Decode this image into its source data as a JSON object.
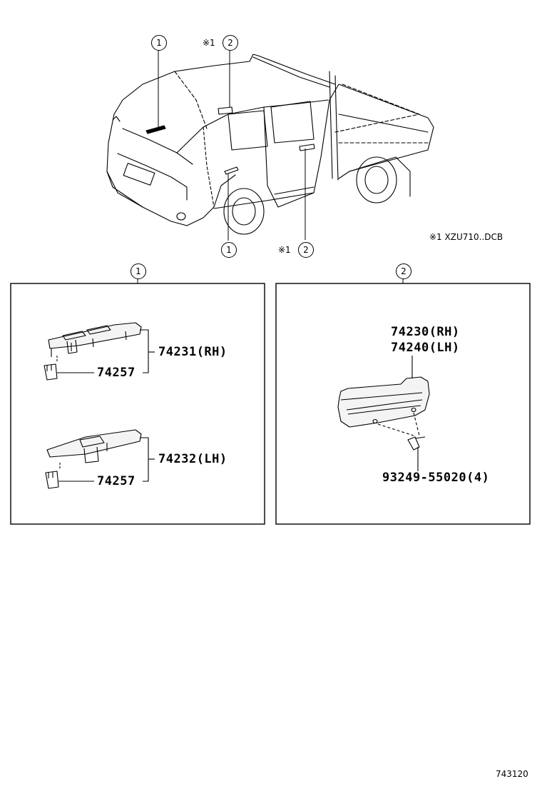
{
  "overview": {
    "callouts_top": [
      "1",
      "2"
    ],
    "callouts_bottom": [
      "1",
      "2"
    ],
    "note_mark_top": "※1",
    "note_mark_bottom": "※1",
    "note_text": "※1 XZU710..DCB"
  },
  "panel_left": {
    "index": "1",
    "parts": [
      {
        "number": "74231",
        "side": "(RH)"
      },
      {
        "number": "74257"
      },
      {
        "number": "74232",
        "side": "(LH)"
      },
      {
        "number": "74257"
      }
    ]
  },
  "panel_right": {
    "index": "2",
    "parts": [
      {
        "number": "74230",
        "side": "(RH)"
      },
      {
        "number": "74240",
        "side": "(LH)"
      },
      {
        "number": "93249-55020",
        "qty": "(4)"
      }
    ]
  },
  "figure_id": "743120"
}
